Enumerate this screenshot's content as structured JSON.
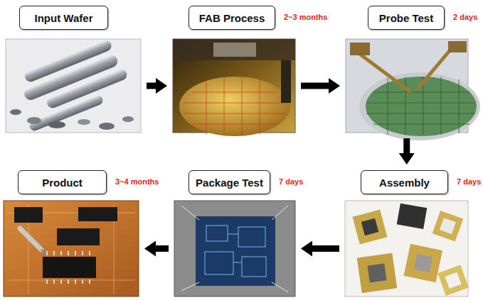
{
  "diagram": {
    "nodes": [
      {
        "text": [
          "Input Wafer"
        ]
      },
      {
        "text": [
          "FAB Process",
          "2~3 months"
        ]
      },
      {
        "text": [
          "Probe Test",
          "2 days"
        ]
      },
      {
        "text": [
          "Assembly",
          "7 days"
        ]
      },
      {
        "text": [
          "Package Test",
          "7 days"
        ]
      },
      {
        "text": [
          "Product",
          "3~4 months"
        ]
      }
    ],
    "edges": [
      {
        "from": 0,
        "to": 1,
        "arrow": "to"
      },
      {
        "from": 1,
        "to": 2,
        "arrow": "to"
      },
      {
        "from": 2,
        "to": 3,
        "arrow": "to"
      },
      {
        "from": 3,
        "to": 4,
        "arrow": "to"
      },
      {
        "from": 4,
        "to": 5,
        "arrow": "to"
      }
    ]
  }
}
